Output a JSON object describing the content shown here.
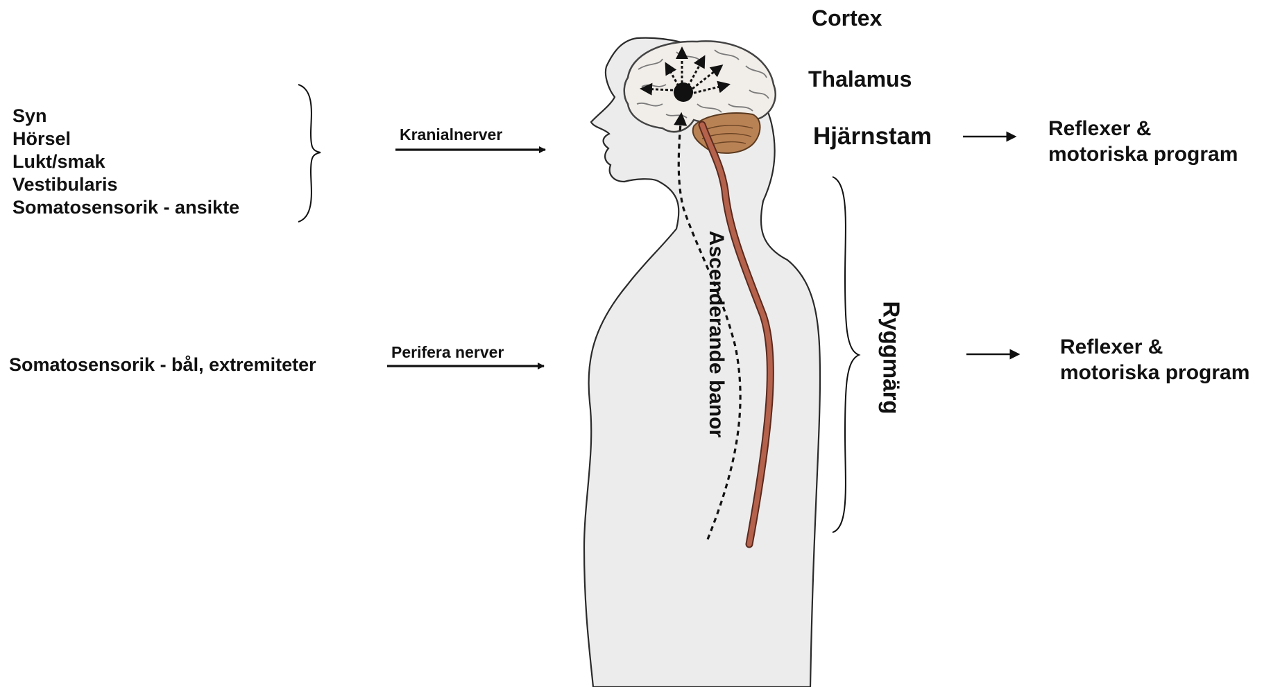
{
  "senses": [
    "Syn",
    "Hörsel",
    "Lukt/smak",
    "Vestibularis",
    "Somatosensorik - ansikte"
  ],
  "trunk_sense": "Somatosensorik - bål, extremiteter",
  "nerves": {
    "cranial": "Kranialnerver",
    "peripheral": "Perifera nerver"
  },
  "levels": {
    "cortex": "Cortex",
    "thalamus": "Thalamus",
    "brainstem": "Hjärnstam",
    "spinal_cord": "Ryggmärg"
  },
  "pathway": "Ascenderande banor",
  "outputs": {
    "brainstem_line1": "Reflexer &",
    "brainstem_line2": "motoriska program",
    "spinal_line1": "Reflexer &",
    "spinal_line2": "motoriska program"
  },
  "colors": {
    "body_fill": "#ececec",
    "body_outline": "#2a2a2a",
    "brain_fill": "#f1ede8",
    "cerebellum": "#b98255",
    "spinal_cord": "#b5624c",
    "ink": "#111111"
  }
}
